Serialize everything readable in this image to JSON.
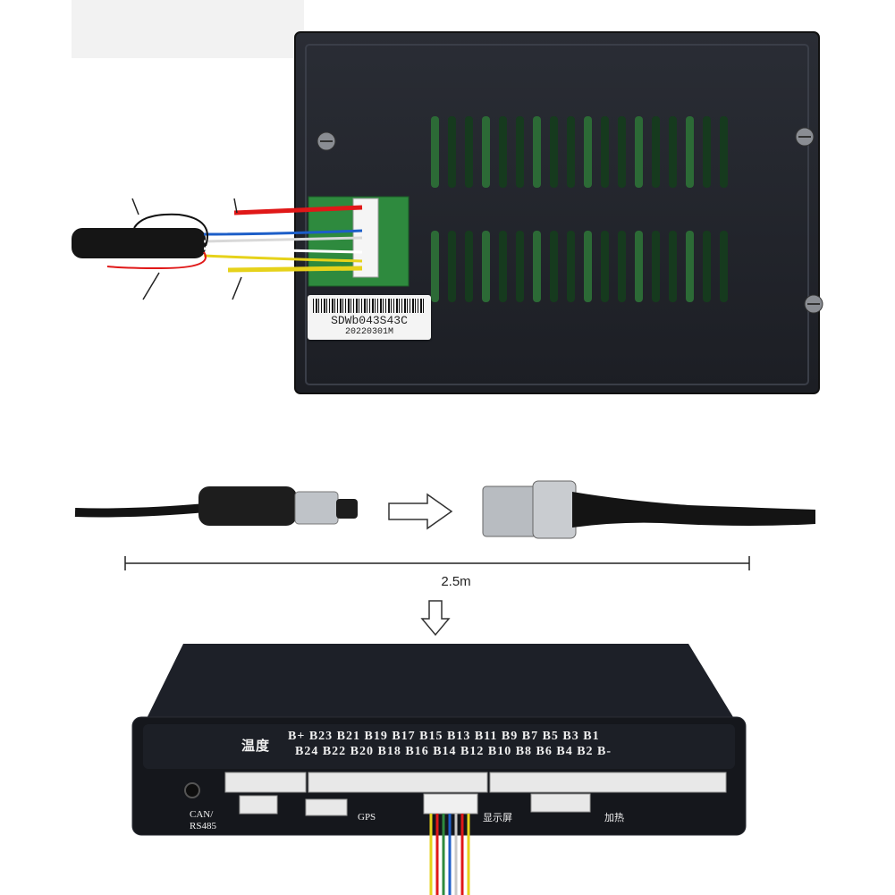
{
  "top_device": {
    "label_serial": "SDWb043S43C",
    "label_date": "20220301M"
  },
  "cable": {
    "length_label": "2.5m"
  },
  "bottom_device": {
    "temp_label": "温度",
    "top_row": "B+ B23 B21 B19 B17 B15 B13 B11 B9 B7 B5 B3 B1",
    "bottom_row": "B24 B22 B20 B18 B16 B14 B12 B10 B8 B6 B4 B2 B-",
    "port_can": "CAN/",
    "port_rs485": "RS485",
    "port_gps": "GPS",
    "port_display": "显示屏",
    "port_heating": "加热"
  },
  "colors": {
    "device_body": "#1a1c22",
    "wire_red": "#e01818",
    "wire_yellow": "#e6d21a",
    "wire_blue": "#1c5ec8",
    "pcb_green": "#2e8a3e"
  },
  "icons": [
    "arrow-right-icon",
    "arrow-down-icon",
    "dimension-line-icon"
  ]
}
